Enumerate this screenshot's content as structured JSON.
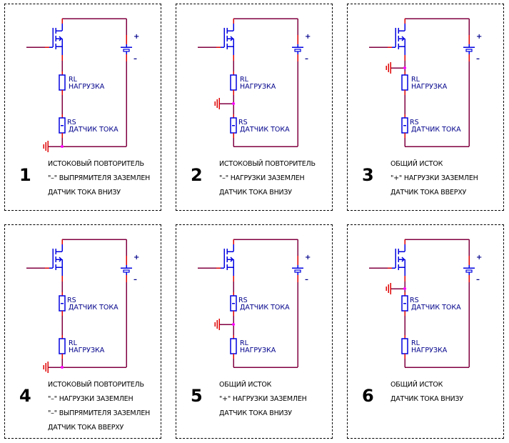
{
  "colors": {
    "wire": "#800040",
    "pin": "#e00000",
    "component": "#0000e0",
    "junction": "#ff00ff",
    "label": "#00008b",
    "ground": "#e00000"
  },
  "components": {
    "load": {
      "ref": "RL",
      "name": "НАГРУЗКА"
    },
    "sense": {
      "ref": "RS",
      "name": "ДАТЧИК ТОКА"
    },
    "battery": {
      "plus": "+",
      "minus": "–"
    }
  },
  "panels": [
    {
      "number": "1",
      "order": [
        "load",
        "sense"
      ],
      "ground": "bottom",
      "lines": [
        "ИСТОКОВЫЙ ПОВТОРИТЕЛЬ",
        "\"–\" ВЫПРЯМИТЕЛЯ ЗАЗЕМЛЕН",
        "ДАТЧИК ТОКА ВНИЗУ"
      ]
    },
    {
      "number": "2",
      "order": [
        "load",
        "sense"
      ],
      "ground": "middle",
      "lines": [
        "ИСТОКОВЫЙ ПОВТОРИТЕЛЬ",
        "\"–\" НАГРУЗКИ ЗАЗЕМЛЕН",
        "ДАТЧИК ТОКА ВНИЗУ"
      ]
    },
    {
      "number": "3",
      "order": [
        "load",
        "sense"
      ],
      "ground": "top",
      "lines": [
        "ОБЩИЙ ИСТОК",
        "\"+\" НАГРУЗКИ ЗАЗЕМЛЕН",
        "ДАТЧИК ТОКА ВВЕРХУ"
      ]
    },
    {
      "number": "4",
      "order": [
        "sense",
        "load"
      ],
      "ground": "bottom",
      "lines": [
        "ИСТОКОВЫЙ ПОВТОРИТЕЛЬ",
        "\"–\" НАГРУЗКИ ЗАЗЕМЛЕН",
        "\"–\" ВЫПРЯМИТЕЛЯ ЗАЗЕМЛЕН",
        "ДАТЧИК ТОКА ВВЕРХУ"
      ]
    },
    {
      "number": "5",
      "order": [
        "sense",
        "load"
      ],
      "ground": "middle",
      "lines": [
        "ОБЩИЙ ИСТОК",
        "\"+\" НАГРУЗКИ ЗАЗЕМЛЕН",
        "ДАТЧИК ТОКА ВНИЗУ"
      ]
    },
    {
      "number": "6",
      "order": [
        "sense",
        "load"
      ],
      "ground": "top",
      "lines": [
        "ОБЩИЙ ИСТОК",
        "ДАТЧИК ТОКА ВНИЗУ"
      ]
    }
  ]
}
